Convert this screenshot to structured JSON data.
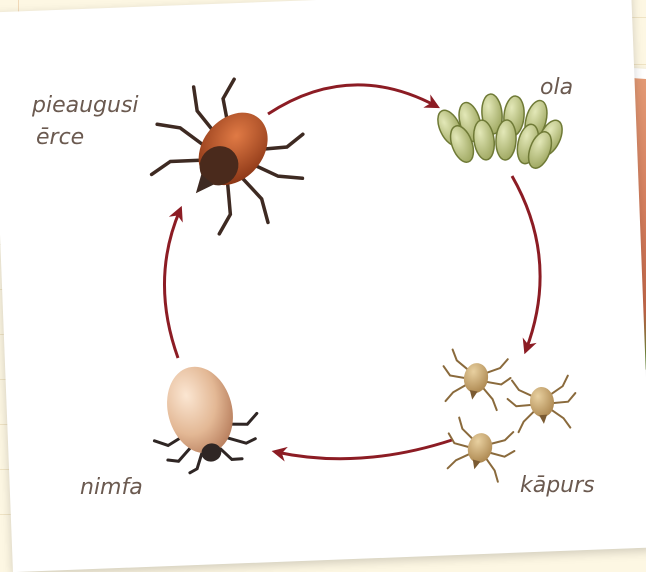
{
  "stages": {
    "adult": {
      "line1": "pieaugusi",
      "line2": "ērce"
    },
    "egg": {
      "label": "ola"
    },
    "larva": {
      "label": "kāpurs"
    },
    "nymph": {
      "label": "nimfa"
    }
  },
  "colors": {
    "arrow": "#8c1c24",
    "label": "#6b5a50",
    "adult_body": "#b8552a",
    "egg": "#b9c27a",
    "larva": "#c9a870",
    "nymph_body": "#e8c2a2"
  },
  "icons": [
    "adult-tick-icon",
    "egg-cluster-icon",
    "larva-tick-icon",
    "nymph-tick-icon"
  ]
}
